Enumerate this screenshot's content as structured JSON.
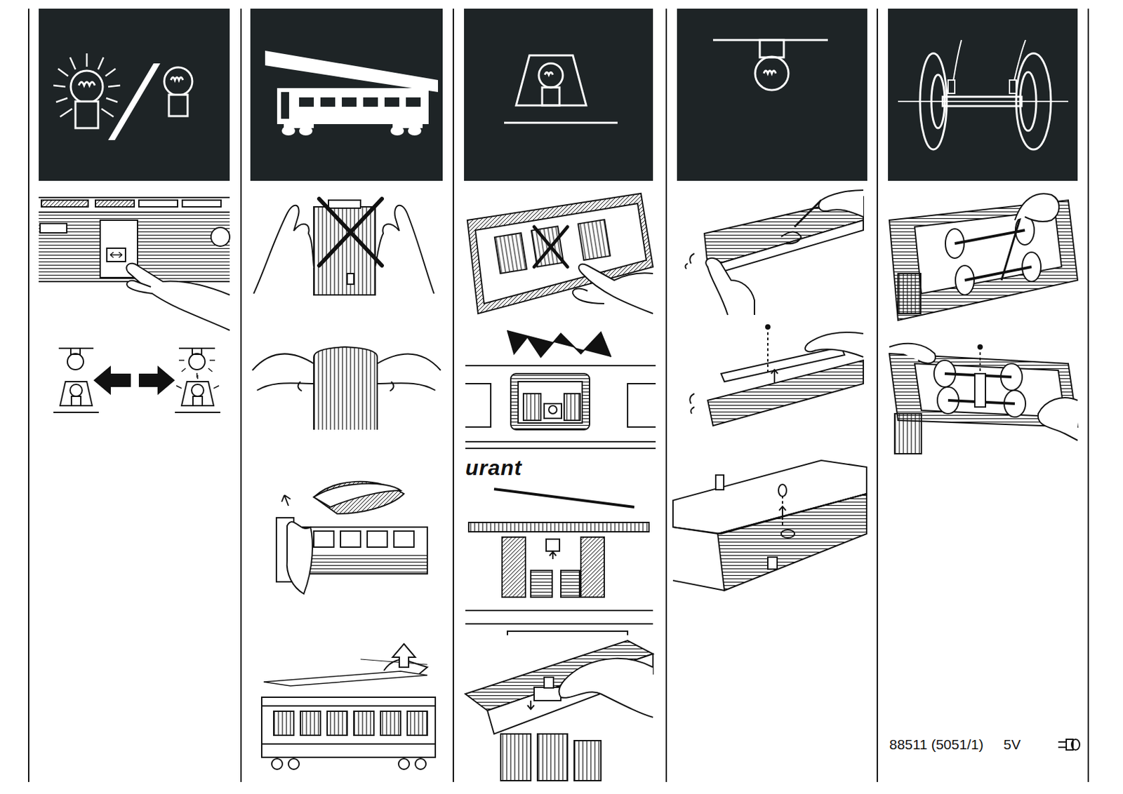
{
  "diagram": {
    "labels": [
      "urant",
      "88511 (5051/1)",
      "5V"
    ]
  }
}
